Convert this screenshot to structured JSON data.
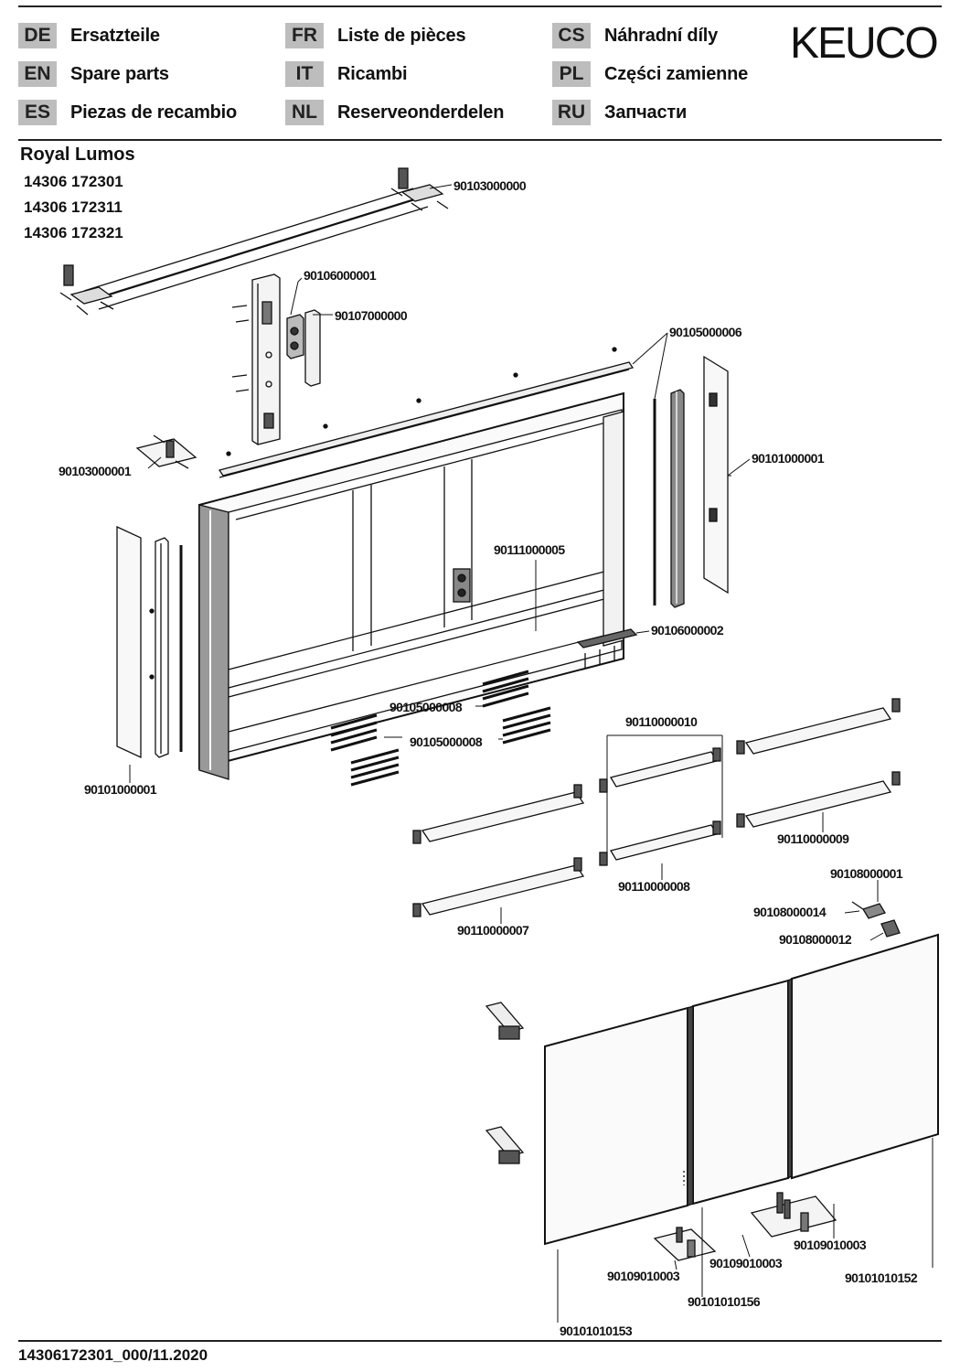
{
  "header": {
    "brand": "KEUCO",
    "languages": [
      {
        "code": "DE",
        "label": "Ersatzteile"
      },
      {
        "code": "EN",
        "label": "Spare parts"
      },
      {
        "code": "ES",
        "label": "Piezas de recambio"
      },
      {
        "code": "FR",
        "label": "Liste de pièces"
      },
      {
        "code": "IT",
        "label": "Ricambi"
      },
      {
        "code": "NL",
        "label": "Reserveonderdelen"
      },
      {
        "code": "CS",
        "label": "Náhradní díly"
      },
      {
        "code": "PL",
        "label": "Części zamienne"
      },
      {
        "code": "RU",
        "label": "Запчасти"
      }
    ]
  },
  "product": {
    "name": "Royal Lumos",
    "article_numbers": [
      "14306 172301",
      "14306 172311",
      "14306 172321"
    ]
  },
  "parts": {
    "top_mount_rail": "90103000000",
    "side_mount_bracket": "90103000001",
    "electronics_panel": "90106000001",
    "power_unit": "90107000000",
    "led_strip": "90105000006",
    "side_mirror_right": "90101000001",
    "side_mirror_left": "90101000001",
    "cabinet_body": "90111000005",
    "socket_bracket": "90106000002",
    "light_profile_a": "90105000008",
    "light_profile_b": "90105000008",
    "shelf_set_10": "90110000010",
    "shelf_09": "90110000009",
    "shelf_08": "90110000008",
    "shelf_07": "90110000007",
    "hinge_set": "90108000001",
    "hinge_part_14": "90108000014",
    "hinge_part_12": "90108000012",
    "door_hinge_a": "90109010003",
    "door_hinge_b": "90109010003",
    "door_hinge_c": "90109010003",
    "door_right": "90101010152",
    "door_middle": "90101010156",
    "door_left": "90101010153"
  },
  "footer": {
    "document_id": "14306172301_000/11.2020"
  }
}
